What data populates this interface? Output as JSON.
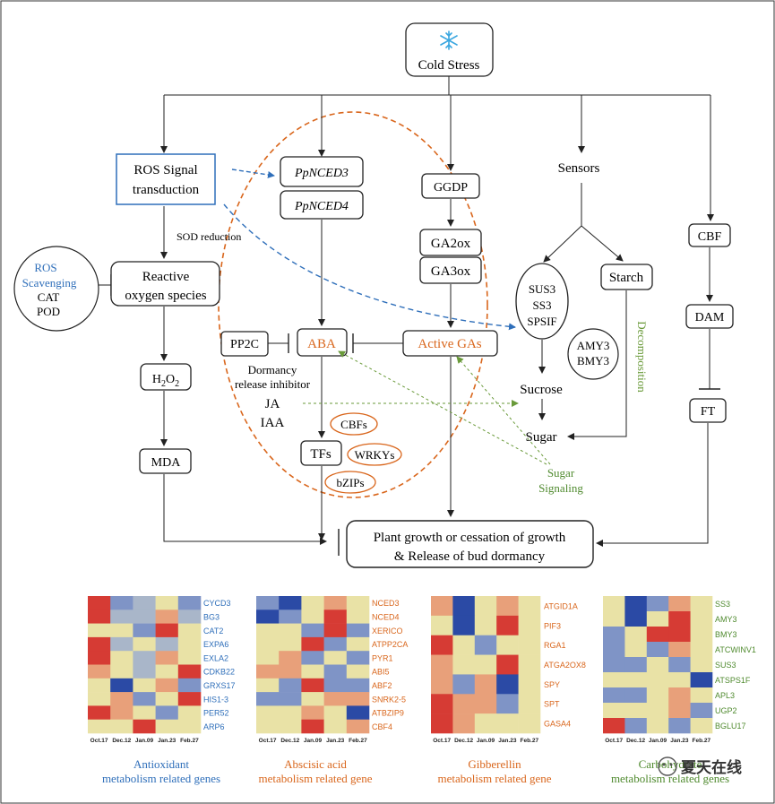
{
  "colors": {
    "orange": "#d9661c",
    "blue": "#2f6fba",
    "green": "#4f8a2e",
    "heat_blue": "#2b4aa5",
    "heat_lightblue": "#7f94c6",
    "heat_gray": "#a9b6c9",
    "heat_cream": "#e9e2a6",
    "heat_salmon": "#e8a07a",
    "heat_red": "#d63b34"
  },
  "nodes": {
    "cold_stress": "Cold Stress",
    "ros_signal_1": "ROS Signal",
    "ros_signal_2": "transduction",
    "sod_reduction": "SOD reduction",
    "ros_scavenging_1": "ROS",
    "ros_scavenging_2": "Scavenging",
    "cat": "CAT",
    "pod": "POD",
    "ros_species_1": "Reactive",
    "ros_species_2": "oxygen species",
    "h2o2_main": "H",
    "h2o2_sub1": "2",
    "h2o2_mid": "O",
    "h2o2_sub2": "2",
    "mda": "MDA",
    "nced3": "PpNCED3",
    "nced4": "PpNCED4",
    "pp2c": "PP2C",
    "aba": "ABA",
    "dormancy_1": "Dormancy",
    "dormancy_2": "release inhibitor",
    "ja": "JA",
    "iaa": "IAA",
    "tfs": "TFs",
    "cbfs": "CBFs",
    "wrkys": "WRKYs",
    "bzips": "bZIPs",
    "ggdp": "GGDP",
    "ga2ox": "GA2ox",
    "ga3ox": "GA3ox",
    "active_gas": "Active GAs",
    "sensors": "Sensors",
    "sus3": "SUS3",
    "ss3": "SS3",
    "spsif": "SPSIF",
    "starch": "Starch",
    "amy3": "AMY3",
    "bmy3": "BMY3",
    "decomposition": "Decomposition",
    "sucrose": "Sucrose",
    "sugar": "Sugar",
    "sugar_signaling_1": "Sugar",
    "sugar_signaling_2": "Signaling",
    "cbf": "CBF",
    "dam": "DAM",
    "ft": "FT",
    "outcome_1": "Plant growth or cessation of growth",
    "outcome_2": "& Release of bud dormancy"
  },
  "heatmaps": [
    {
      "columns": [
        "Oct.17",
        "Dec.12",
        "Jan.09",
        "Jan.23",
        "Feb.27"
      ],
      "genes": [
        "CYCD3",
        "BG3",
        "CAT2",
        "EXPA6",
        "EXLA2",
        "CDKB22",
        "GRXS17",
        "HIS1-3",
        "PER52",
        "ARP6"
      ],
      "gene_color": "blue",
      "cells": [
        [
          "r",
          "lb",
          "g",
          "c",
          "lb"
        ],
        [
          "r",
          "g",
          "g",
          "s",
          "g"
        ],
        [
          "c",
          "c",
          "lb",
          "r",
          "c"
        ],
        [
          "r",
          "g",
          "c",
          "g",
          "c"
        ],
        [
          "r",
          "c",
          "g",
          "s",
          "c"
        ],
        [
          "s",
          "c",
          "g",
          "c",
          "r"
        ],
        [
          "c",
          "b",
          "c",
          "s",
          "lb"
        ],
        [
          "c",
          "s",
          "lb",
          "c",
          "r"
        ],
        [
          "r",
          "s",
          "c",
          "lb",
          "c"
        ],
        [
          "c",
          "c",
          "r",
          "c",
          "c"
        ]
      ],
      "caption_1": "Antioxidant",
      "caption_2": "metabolism related genes",
      "caption_color": "blue"
    },
    {
      "columns": [
        "Oct.17",
        "Dec.12",
        "Jan.09",
        "Jan.23",
        "Feb.27"
      ],
      "genes": [
        "NCED3",
        "NCED4",
        "XERICO",
        "ATPP2CA",
        "PYR1",
        "ABI5",
        "ABF2",
        "SNRK2-5",
        "ATBZIP9",
        "CBF4"
      ],
      "gene_color": "orange",
      "cells": [
        [
          "lb",
          "b",
          "c",
          "s",
          "c"
        ],
        [
          "b",
          "lb",
          "c",
          "r",
          "c"
        ],
        [
          "c",
          "c",
          "lb",
          "r",
          "lb"
        ],
        [
          "c",
          "c",
          "r",
          "lb",
          "c"
        ],
        [
          "c",
          "s",
          "lb",
          "c",
          "lb"
        ],
        [
          "s",
          "s",
          "c",
          "lb",
          "c"
        ],
        [
          "c",
          "lb",
          "r",
          "lb",
          "lb"
        ],
        [
          "lb",
          "lb",
          "c",
          "s",
          "s"
        ],
        [
          "c",
          "c",
          "s",
          "c",
          "b"
        ],
        [
          "c",
          "c",
          "r",
          "c",
          "s"
        ]
      ],
      "caption_1": "Abscisic acid",
      "caption_2": "metabolism related gene",
      "caption_color": "orange"
    },
    {
      "columns": [
        "Oct.17",
        "Dec.12",
        "Jan.09",
        "Jan.23",
        "Feb.27"
      ],
      "genes": [
        "ATGID1A",
        "PIF3",
        "RGA1",
        "ATGA2OX8",
        "SPY",
        "SPT",
        "GASA4"
      ],
      "gene_color": "orange",
      "cells": [
        [
          "s",
          "b",
          "c",
          "s",
          "c"
        ],
        [
          "c",
          "b",
          "c",
          "r",
          "c"
        ],
        [
          "r",
          "c",
          "lb",
          "c",
          "c"
        ],
        [
          "s",
          "c",
          "c",
          "r",
          "c"
        ],
        [
          "s",
          "lb",
          "s",
          "b",
          "c"
        ],
        [
          "r",
          "s",
          "s",
          "lb",
          "c"
        ],
        [
          "r",
          "s",
          "c",
          "c",
          "c"
        ]
      ],
      "caption_1": "Gibberellin",
      "caption_2": "metabolism related gene",
      "caption_color": "orange"
    },
    {
      "columns": [
        "Oct.17",
        "Dec.12",
        "Jan.09",
        "Jan.23",
        "Feb.27"
      ],
      "genes": [
        "SS3",
        "AMY3",
        "BMY3",
        "ATCWINV1",
        "SUS3",
        "ATSPS1F",
        "APL3",
        "UGP2",
        "BGLU17"
      ],
      "gene_color": "green",
      "cells": [
        [
          "c",
          "b",
          "lb",
          "s",
          "c"
        ],
        [
          "c",
          "b",
          "c",
          "r",
          "c"
        ],
        [
          "lb",
          "c",
          "r",
          "r",
          "c"
        ],
        [
          "lb",
          "c",
          "lb",
          "s",
          "c"
        ],
        [
          "lb",
          "lb",
          "c",
          "lb",
          "c"
        ],
        [
          "c",
          "c",
          "c",
          "c",
          "b"
        ],
        [
          "lb",
          "lb",
          "c",
          "s",
          "c"
        ],
        [
          "c",
          "c",
          "c",
          "s",
          "lb"
        ],
        [
          "r",
          "lb",
          "c",
          "lb",
          "c"
        ]
      ],
      "caption_1": "Carbohydrate",
      "caption_2": "metabolism related genes",
      "caption_color": "green"
    }
  ],
  "watermark": "夏天在线"
}
